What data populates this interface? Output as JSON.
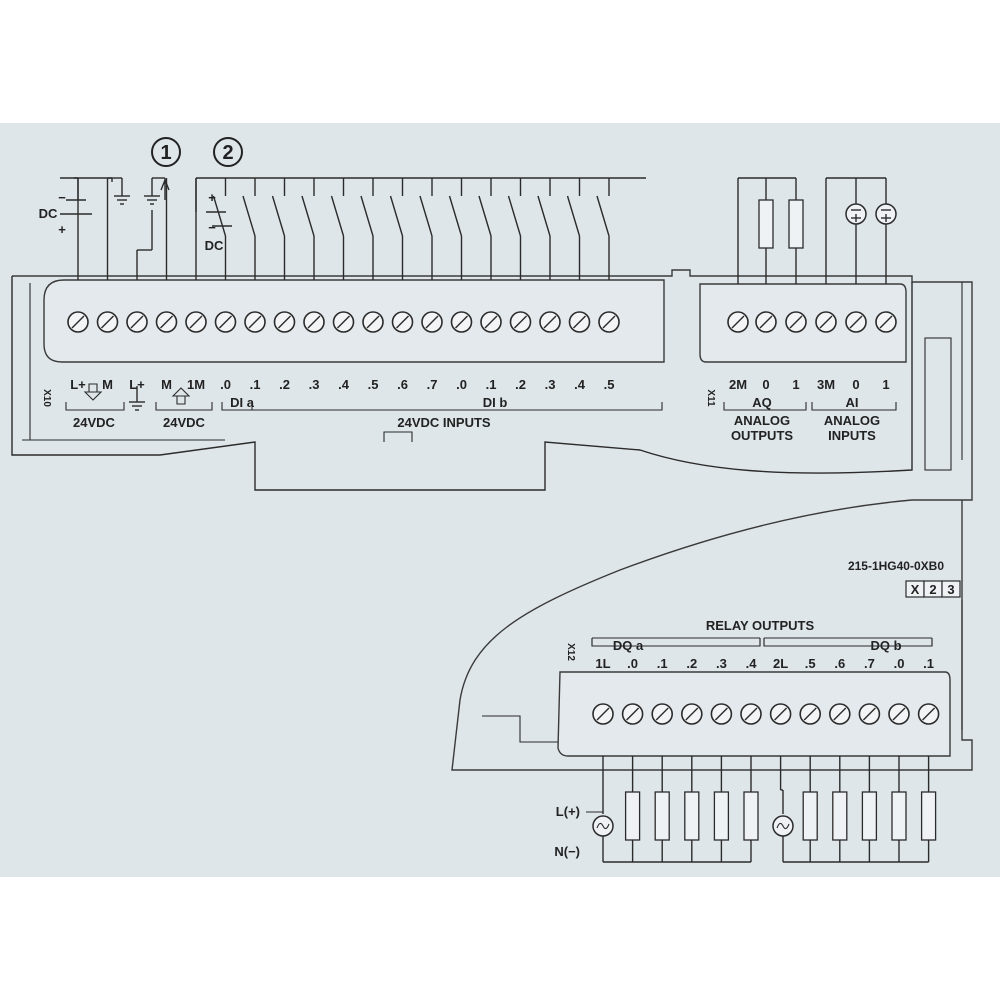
{
  "markers": [
    "1",
    "2"
  ],
  "supply": {
    "dc_left": "DC",
    "dc_right": "DC",
    "minus": "−",
    "plus": "+"
  },
  "x10": {
    "connector_id": "X10",
    "terminals": [
      "L+",
      "M",
      "L+",
      "M",
      "1M",
      ".0",
      ".1",
      ".2",
      ".3",
      ".4",
      ".5",
      ".6",
      ".7",
      ".0",
      ".1",
      ".2",
      ".3",
      ".4",
      ".5"
    ],
    "supply_out_label": "24VDC",
    "supply_in_label": "24VDC",
    "group_a_label": "DI a",
    "group_b_label": "DI b",
    "inputs_label": "24VDC INPUTS"
  },
  "x11": {
    "connector_id": "X11",
    "terminals": [
      "2M",
      "0",
      "1",
      "3M",
      "0",
      "1"
    ],
    "aq_label": "AQ",
    "ai_label": "AI",
    "outputs_label_1": "ANALOG",
    "outputs_label_2": "OUTPUTS",
    "inputs_label_1": "ANALOG",
    "inputs_label_2": "INPUTS"
  },
  "module": {
    "part_number": "215-1HG40-0XB0",
    "version_boxes": [
      "X",
      "2",
      "3"
    ]
  },
  "x12": {
    "connector_id": "X12",
    "title": "RELAY OUTPUTS",
    "group_a_label": "DQ a",
    "group_b_label": "DQ b",
    "terminals": [
      "1L",
      ".0",
      ".1",
      ".2",
      ".3",
      ".4",
      "2L",
      ".5",
      ".6",
      ".7",
      ".0",
      ".1"
    ]
  },
  "ac_supply": {
    "line": "L(+)",
    "neutral": "N(−)"
  }
}
